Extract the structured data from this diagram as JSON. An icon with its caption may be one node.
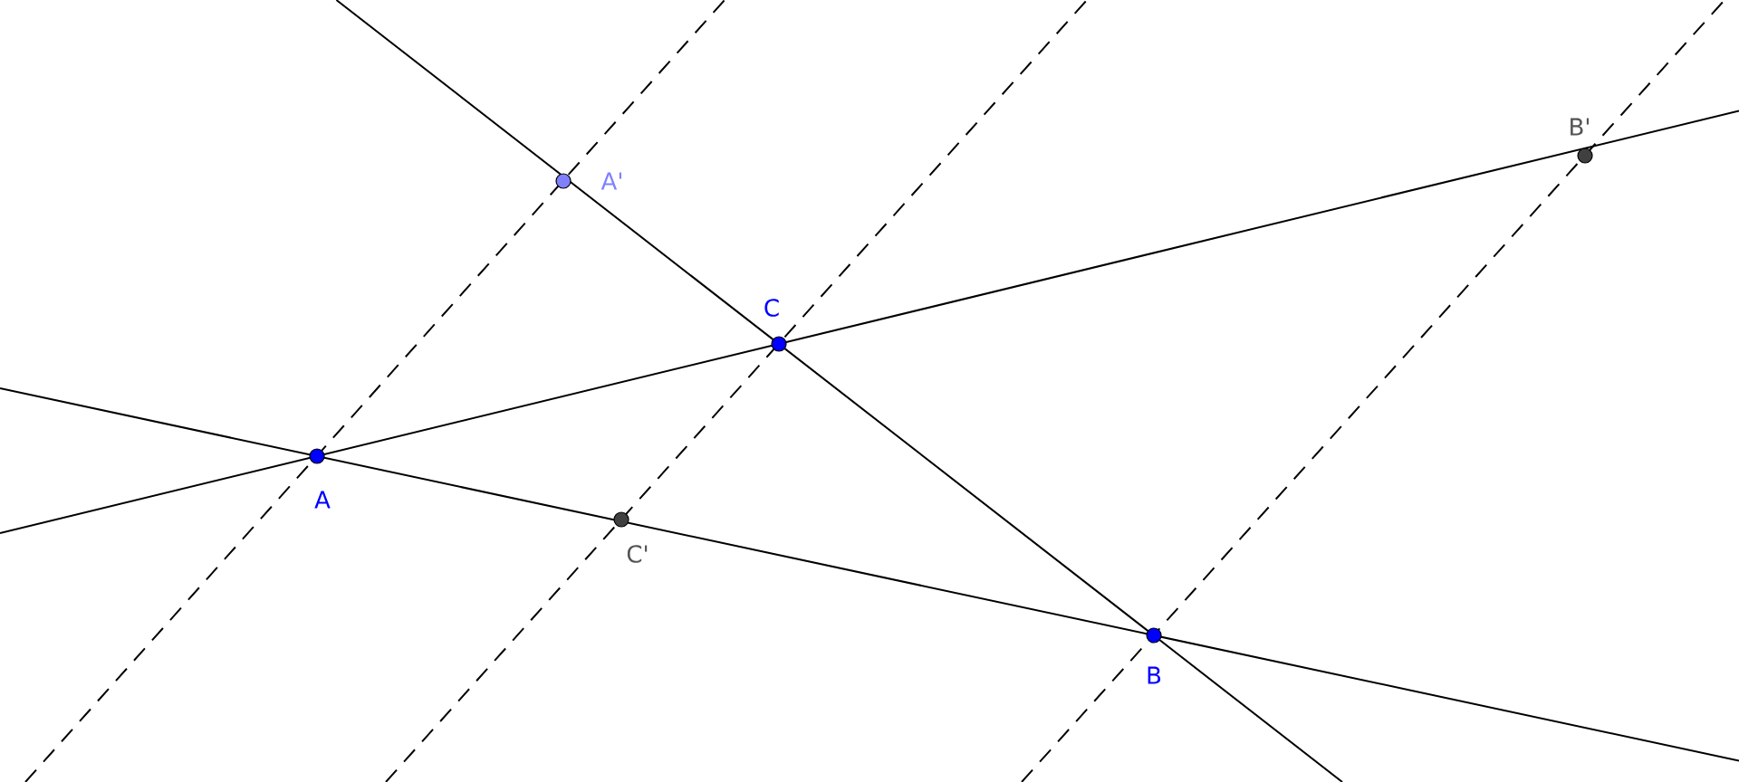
{
  "diagram": {
    "labels": [
      "B'",
      "A'",
      "C",
      "A",
      "C'",
      "B"
    ]
  }
}
